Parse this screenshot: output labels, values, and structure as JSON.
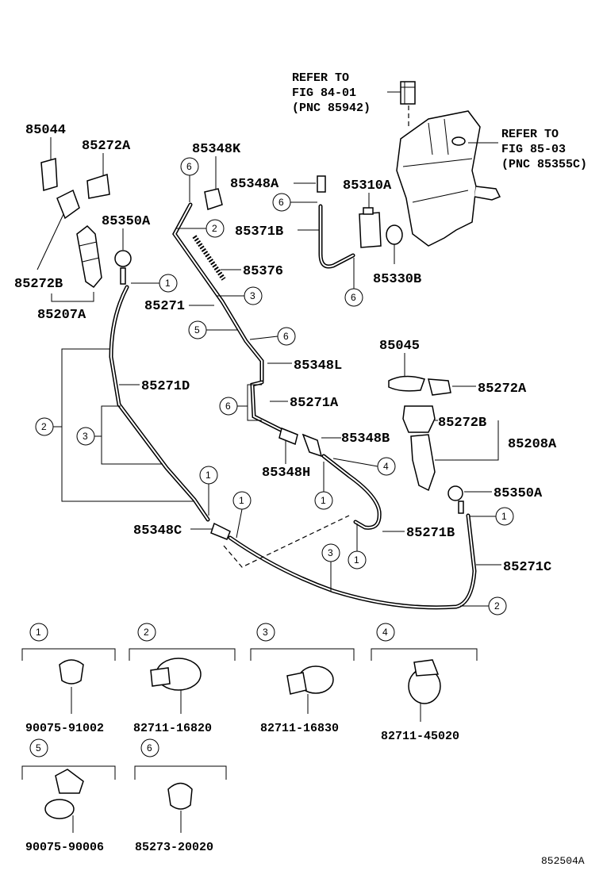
{
  "refs": {
    "fig84": [
      "REFER TO",
      "FIG 84-01",
      "(PNC 85942)"
    ],
    "fig85": [
      "REFER TO",
      "FIG 85-03",
      "(PNC 85355C)"
    ]
  },
  "labels": {
    "p85044": "85044",
    "p85272A_top": "85272A",
    "p85348K": "85348K",
    "p85348A": "85348A",
    "p85310A": "85310A",
    "p85350A_left": "85350A",
    "p85371B": "85371B",
    "p85376": "85376",
    "p85330B": "85330B",
    "p85272B_left": "85272B",
    "p85207A": "85207A",
    "p85271": "85271",
    "p85045": "85045",
    "p85348L": "85348L",
    "p85272A_right": "85272A",
    "p85271D": "85271D",
    "p85271A": "85271A",
    "p85272B_right": "85272B",
    "p85208A": "85208A",
    "p85348B": "85348B",
    "p85348H": "85348H",
    "p85350A_right": "85350A",
    "p85348C": "85348C",
    "p85271B": "85271B",
    "p85271C": "85271C"
  },
  "callouts": [
    "1",
    "2",
    "3",
    "4",
    "5",
    "6"
  ],
  "legend": [
    {
      "num": "1",
      "part": "90075-91002"
    },
    {
      "num": "2",
      "part": "82711-16820"
    },
    {
      "num": "3",
      "part": "82711-16830"
    },
    {
      "num": "4",
      "part": "82711-45020"
    },
    {
      "num": "5",
      "part": "90075-90006"
    },
    {
      "num": "6",
      "part": "85273-20020"
    }
  ],
  "figure_code": "852504A"
}
